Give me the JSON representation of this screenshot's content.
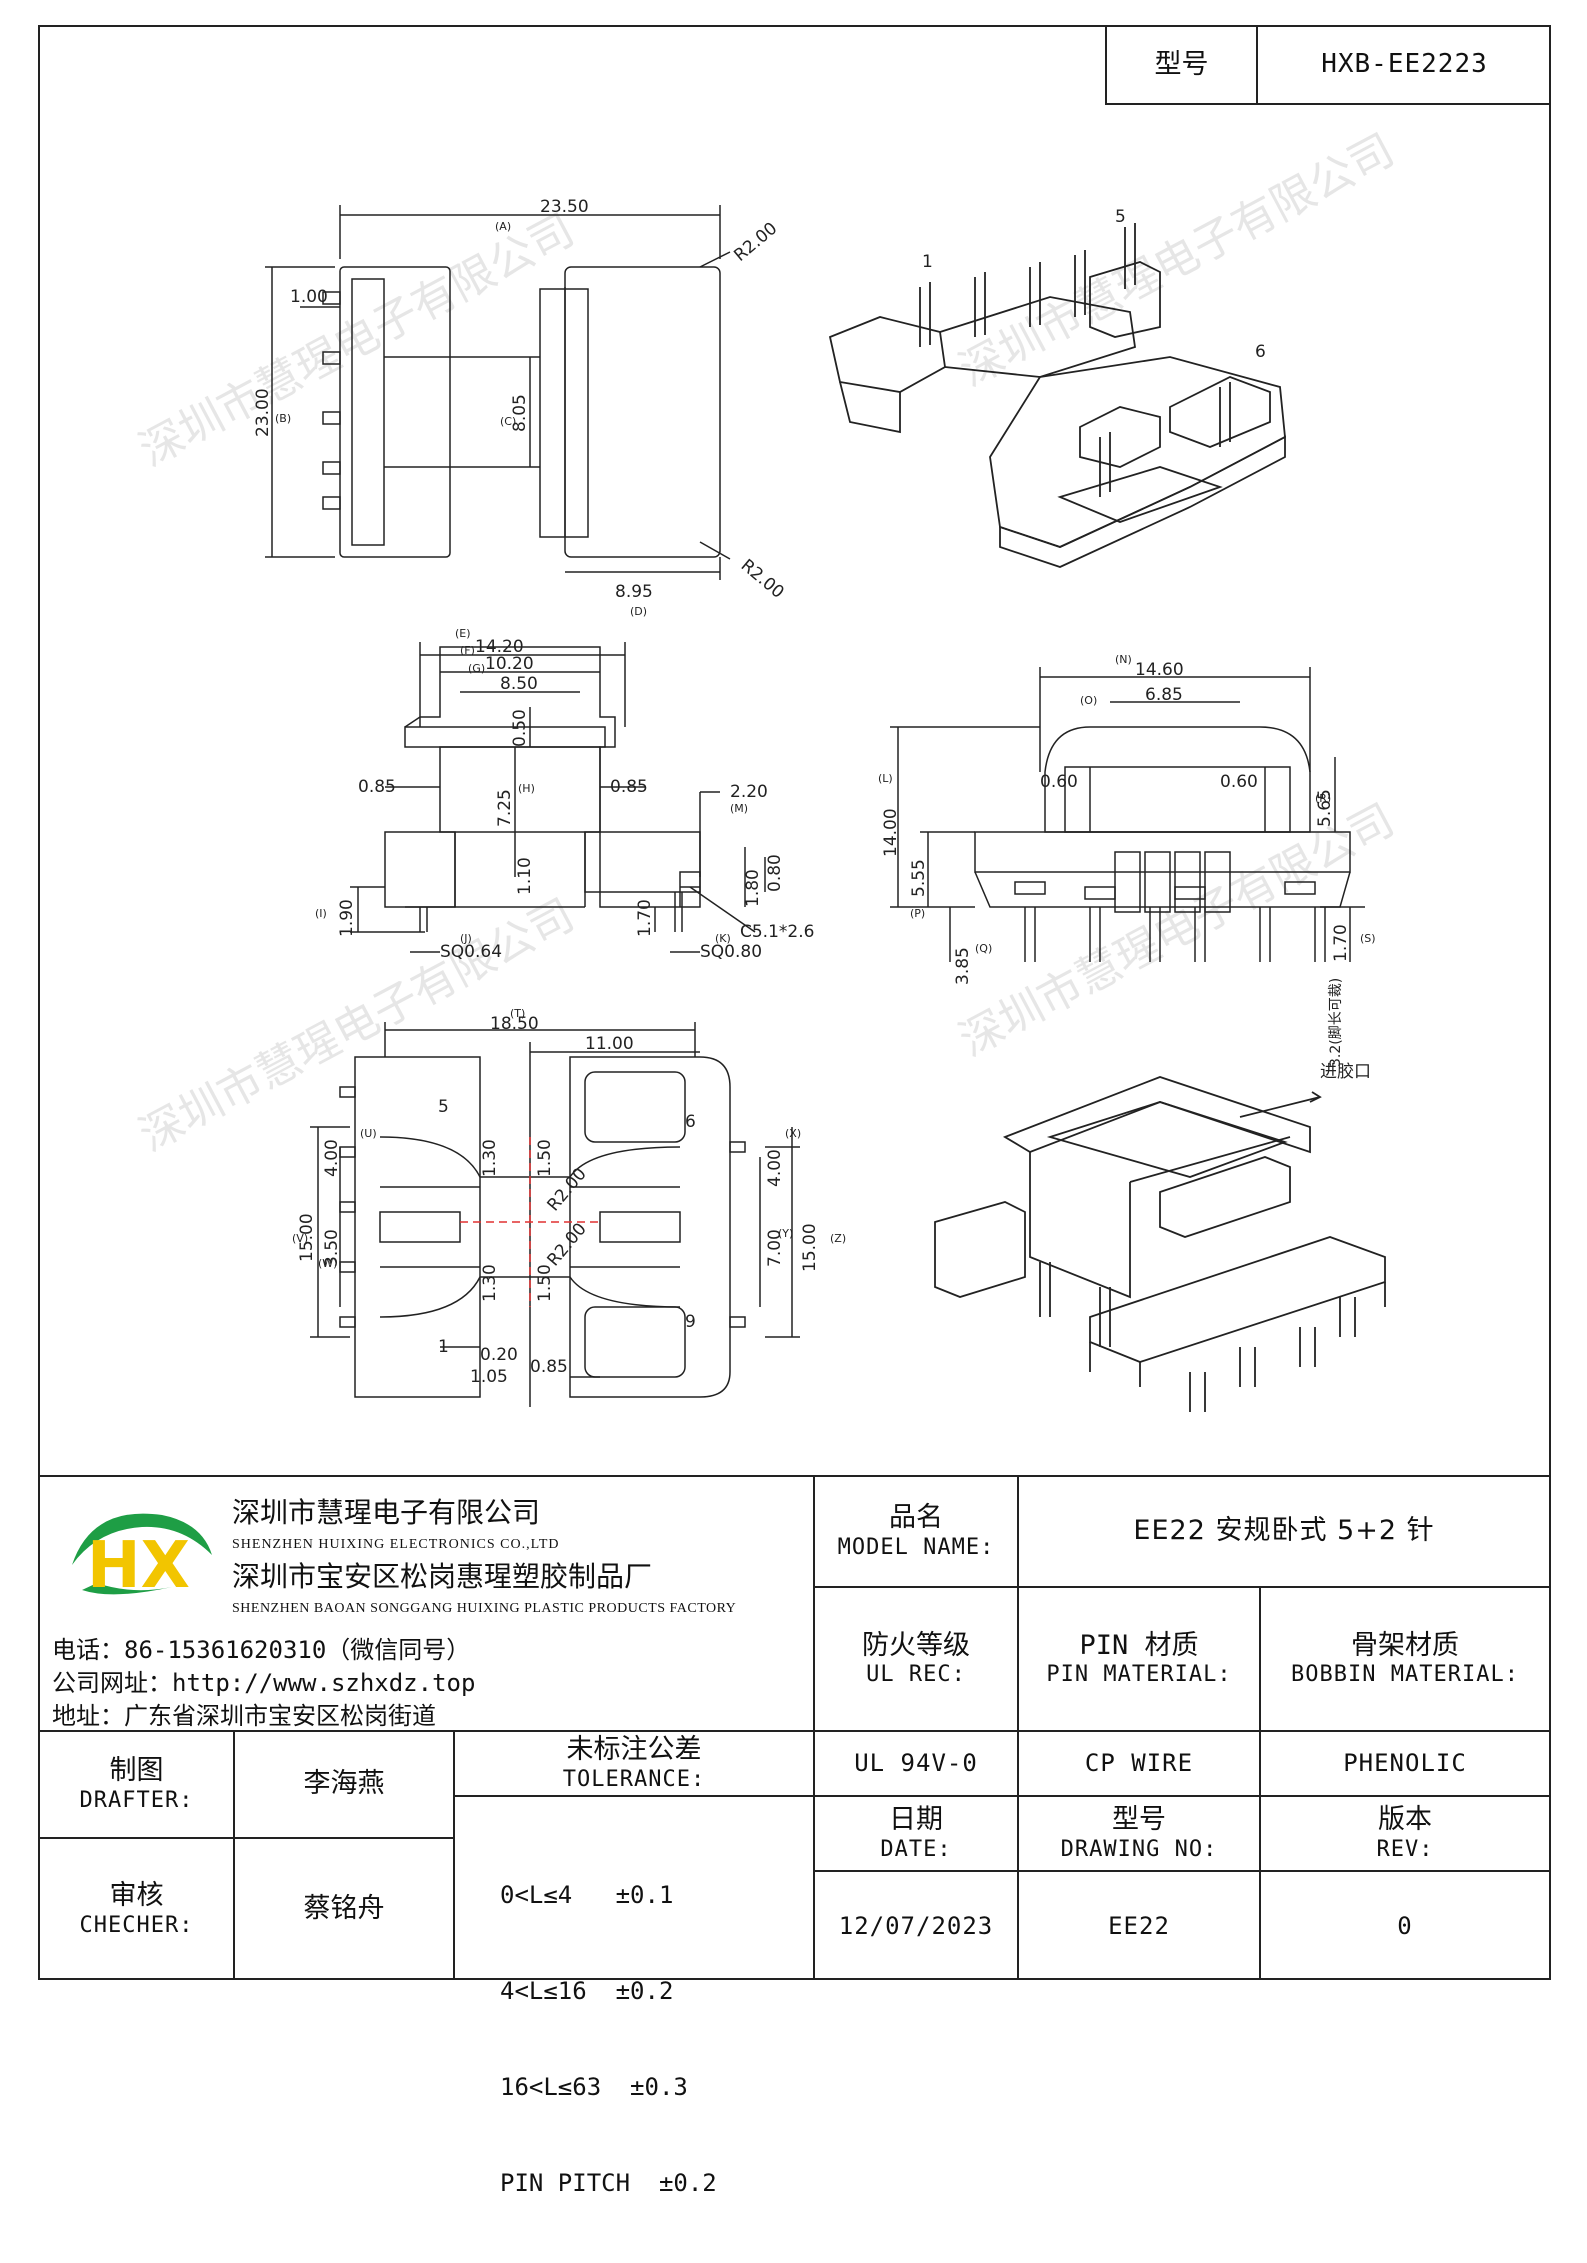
{
  "header": {
    "model_label": "型号",
    "model_value": "HXB-EE2223"
  },
  "watermark": "深圳市慧瑆电子有限公司",
  "drawing": {
    "top_view": {
      "dims": [
        "23.50",
        "23.00",
        "1.00",
        "8.05",
        "8.95",
        "R2.00",
        "R2.00"
      ],
      "letters": [
        "(A)",
        "(B)",
        "(C)",
        "(D)"
      ]
    },
    "front_view": {
      "dims": [
        "14.20",
        "10.20",
        "8.50",
        "0.50",
        "7.25",
        "0.85",
        "0.85",
        "2.20",
        "1.10",
        "1.80",
        "0.80",
        "1.90",
        "1.70",
        "C5.1*2.6",
        "SQ0.64",
        "SQ0.80"
      ],
      "letters": [
        "(E)",
        "(F)",
        "(G)",
        "(H)",
        "(M)",
        "(I)",
        "(J)",
        "(K)"
      ]
    },
    "side_view": {
      "dims": [
        "14.60",
        "6.85",
        "14.00",
        "0.60",
        "0.60",
        "5.65",
        "5.55",
        "3.85",
        "1.70",
        "3.2(脚长可裁)"
      ],
      "letters": [
        "(N)",
        "(O)",
        "(L)",
        "(R)",
        "(P)",
        "(Q)",
        "(S)"
      ]
    },
    "bottom_view": {
      "dims": [
        "18.50",
        "11.00",
        "4.00",
        "1.30",
        "1.50",
        "R2.00",
        "R2.00",
        "15.00",
        "3.50",
        "1.30",
        "1.50",
        "7.00",
        "4.00",
        "15.00",
        "0.20",
        "1.05",
        "0.85"
      ],
      "letters": [
        "(T)",
        "(U)",
        "(V)",
        "(W)",
        "(X)",
        "(Y)",
        "(Z)"
      ],
      "pins": [
        "5",
        "6",
        "1",
        "9"
      ]
    },
    "iso_pins": [
      "1",
      "5",
      "6"
    ],
    "iso2_label": "进胶口"
  },
  "company": {
    "name_cn": "深圳市慧瑆电子有限公司",
    "name_en": "SHENZHEN HUIXING ELECTRONICS CO.,LTD",
    "factory_cn": "深圳市宝安区松岗惠瑆塑胶制品厂",
    "factory_en": "SHENZHEN BAOAN SONGGANG HUIXING PLASTIC PRODUCTS FACTORY",
    "phone": "电话：86-15361620310（微信同号）",
    "website": "公司网址：http://www.szhxdz.top",
    "address": "地址：广东省深圳市宝安区松岗街道",
    "logo_text": "HX",
    "colors": {
      "green": "#1e9e45",
      "yellow": "#f2c500"
    }
  },
  "title_block": {
    "model_name_cn": "品名",
    "model_name_en": "MODEL NAME:",
    "model_name_value": "EE22 安规卧式 5+2 针",
    "ul_rec_cn": "防火等级",
    "ul_rec_en": "UL REC:",
    "pin_material_cn": "PIN 材质",
    "pin_material_en": "PIN MATERIAL:",
    "bobbin_material_cn": "骨架材质",
    "bobbin_material_en": "BOBBIN MATERIAL:",
    "ul_value": "UL 94V-0",
    "pin_value": "CP WIRE",
    "bobbin_value": "PHENOLIC",
    "date_cn": "日期",
    "date_en": "DATE:",
    "drawing_no_cn": "型号",
    "drawing_no_en": "DRAWING NO:",
    "rev_cn": "版本",
    "rev_en": "REV:",
    "date_value": "12/07/2023",
    "drawing_no_value": "EE22",
    "rev_value": "0",
    "drafter_cn": "制图",
    "drafter_en": "DRAFTER:",
    "drafter_value": "李海燕",
    "checker_cn": "审核",
    "checker_en": "CHECHER:",
    "checker_value": "蔡铭舟",
    "tolerance_cn": "未标注公差",
    "tolerance_en": "TOLERANCE:",
    "tolerance_lines": [
      "0<L≤4   ±0.1",
      "4<L≤16  ±0.2",
      "16<L≤63  ±0.3",
      "PIN PITCH  ±0.2"
    ]
  }
}
